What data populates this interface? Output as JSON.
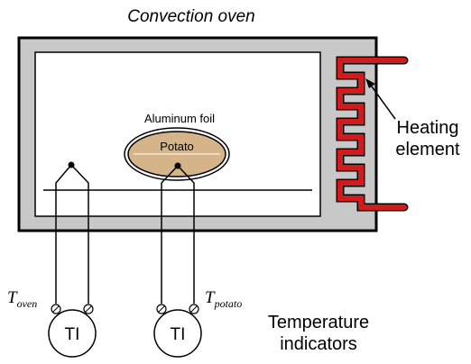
{
  "title": "Convection oven",
  "labels": {
    "foil": "Aluminum foil",
    "potato": "Potato",
    "heating_line1": "Heating",
    "heating_line2": "element",
    "indicators_line1": "Temperature",
    "indicators_line2": "indicators"
  },
  "instruments": [
    {
      "tag": "TI",
      "label_main": "T",
      "label_sub": "oven"
    },
    {
      "tag": "TI",
      "label_main": "T",
      "label_sub": "potato"
    }
  ],
  "colors": {
    "oven_shell": "#c8c8c8",
    "heating_element": "#d01c1c",
    "potato": "#d5b48a",
    "line": "#000000"
  }
}
